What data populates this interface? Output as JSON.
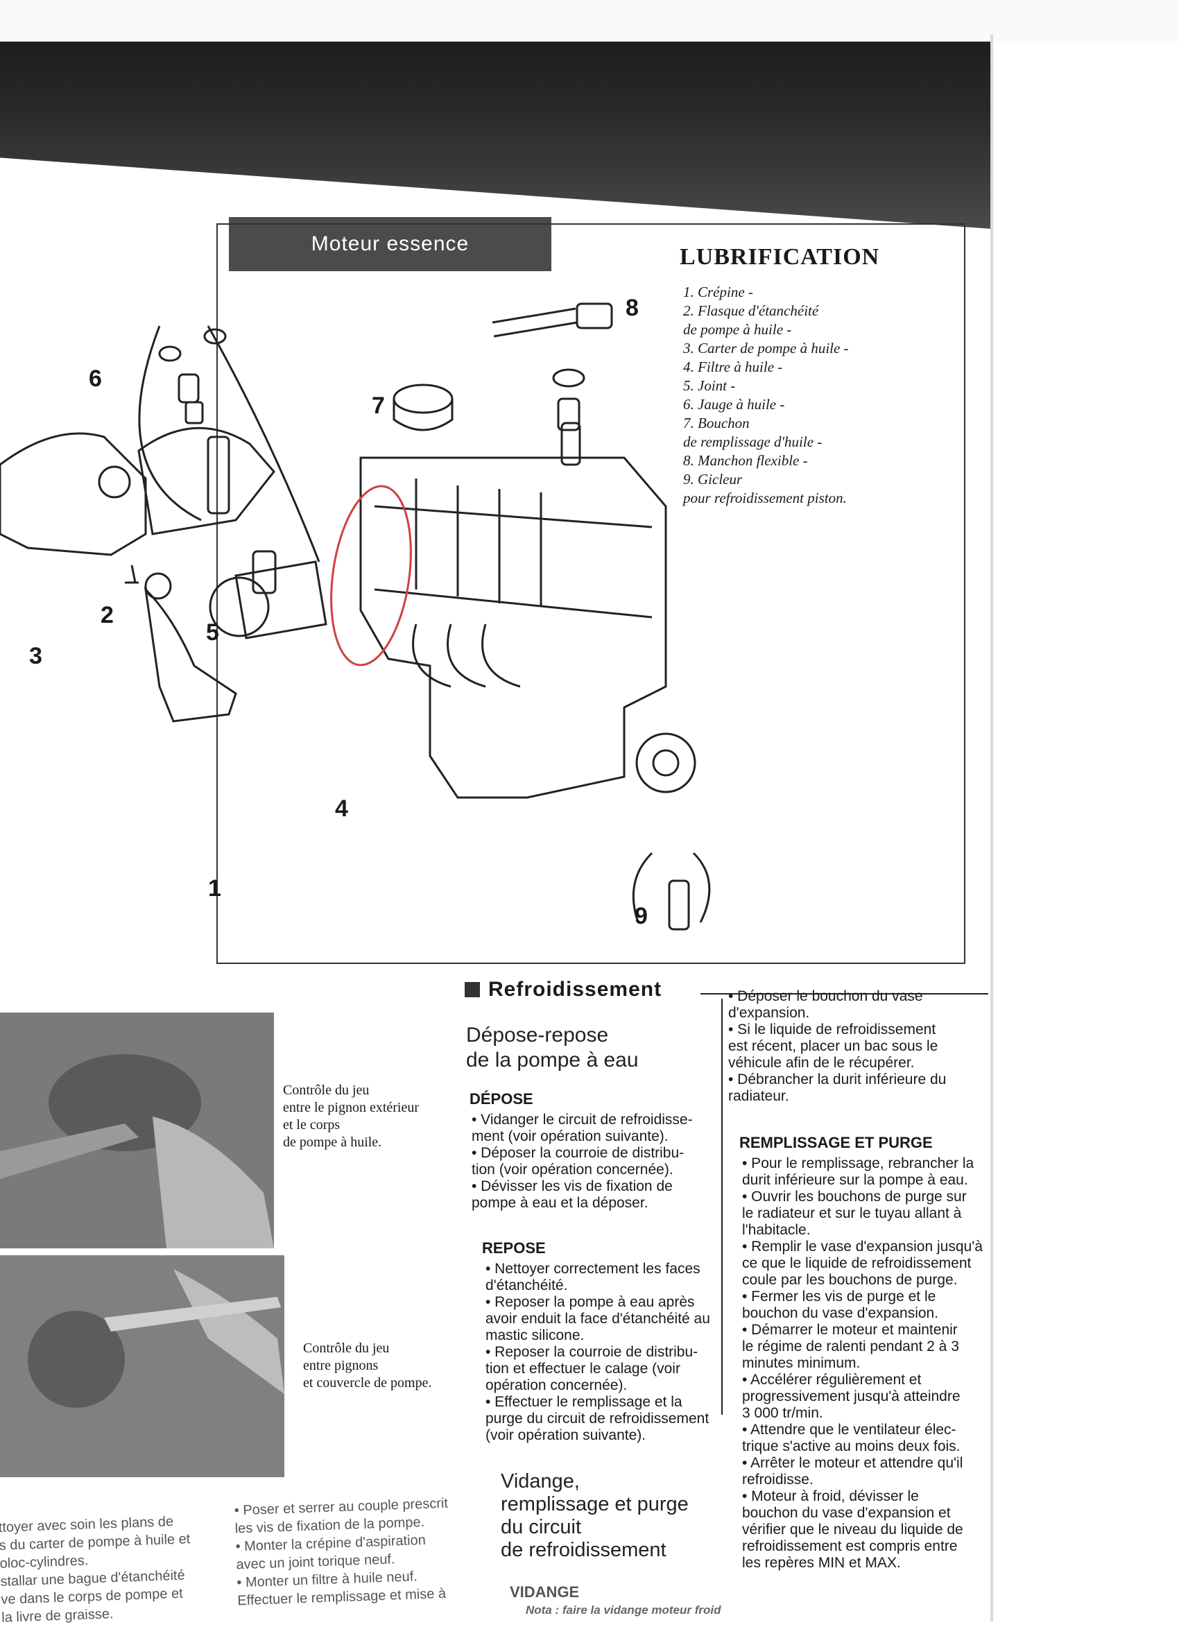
{
  "header": {
    "section": "Moteur essence"
  },
  "lubrification": {
    "title": "LUBRIFICATION",
    "items": [
      "1. Crépine -",
      "2. Flasque d'étanchéité",
      "de pompe à huile -",
      "3. Carter de pompe à huile -",
      "4. Filtre à huile -",
      "5. Joint -",
      "6. Jauge à huile -",
      "7. Bouchon",
      "de remplissage d'huile -",
      "8. Manchon flexible -",
      "9. Gicleur",
      "pour refroidissement piston."
    ],
    "callouts": [
      "1",
      "2",
      "3",
      "4",
      "5",
      "6",
      "7",
      "8",
      "9"
    ]
  },
  "photos": {
    "caption1": [
      "Contrôle du jeu",
      "entre le pignon extérieur",
      "et le corps",
      "de pompe à huile."
    ],
    "caption2": [
      "Contrôle du jeu",
      "entre pignons",
      "et couvercle de pompe."
    ]
  },
  "refroidissement": {
    "heading": "Refroidissement",
    "pompe_title": [
      "Dépose-repose",
      "de la pompe à eau"
    ],
    "depose_heading": "DÉPOSE",
    "depose_items": [
      "• Vidanger le circuit de refroidisse-",
      "ment (voir opération suivante).",
      "• Déposer la courroie de distribu-",
      "tion (voir opération concernée).",
      "• Dévisser les vis de fixation de",
      "pompe à eau et la déposer."
    ],
    "repose_heading": "REPOSE",
    "repose_items": [
      "• Nettoyer correctement les faces",
      "d'étanchéité.",
      "• Reposer la pompe à eau après",
      "avoir enduit la face d'étanchéité au",
      "mastic silicone.",
      "• Reposer la courroie de distribu-",
      "tion et effectuer le calage (voir",
      "opération concernée).",
      "• Effectuer le remplissage et la",
      "purge du circuit de refroidissement",
      "(voir opération suivante)."
    ],
    "vidange_title": [
      "Vidange,",
      "remplissage et purge",
      "du circuit",
      "de refroidissement"
    ],
    "vidange_heading": "VIDANGE",
    "vidange_note": "Nota : faire la vidange moteur froid",
    "right_col_top": [
      "• Déposer le bouchon du vase",
      "d'expansion.",
      "• Si le liquide de refroidissement",
      "est récent, placer un bac sous le",
      "véhicule afin de le récupérer.",
      "• Débrancher la durit inférieure du",
      "radiateur."
    ],
    "remplissage_heading": "REMPLISSAGE ET PURGE",
    "remplissage_items": [
      "• Pour le remplissage, rebrancher la",
      "durit inférieure sur la pompe à eau.",
      "• Ouvrir les bouchons de purge sur",
      "le radiateur et sur le tuyau allant à",
      "l'habitacle.",
      "• Remplir le vase d'expansion jusqu'à",
      "ce que le liquide de refroidissement",
      "coule par les bouchons de purge.",
      "• Fermer les vis de purge et le",
      "bouchon du vase d'expansion.",
      "• Démarrer le moteur et maintenir",
      "le régime de ralenti pendant 2 à 3",
      "minutes minimum.",
      "• Accélérer régulièrement et",
      "progressivement jusqu'à atteindre",
      "3 000 tr/min.",
      "• Attendre que le ventilateur élec-",
      "trique s'active au moins deux fois.",
      "• Arrêter le moteur et attendre qu'il",
      "refroidisse.",
      "• Moteur à froid, dévisser le",
      "bouchon du vase d'expansion et",
      "vérifier que le niveau du liquide de",
      "refroidissement est compris entre",
      "les repères MIN et MAX."
    ]
  },
  "bottom_left": [
    "ttoyer avec soin les plans de",
    "s du carter de pompe à huile et",
    "oloc-cylindres.",
    "stallar une bague d'étanchéité",
    "ve dans le corps de pompe et",
    "la livre de graisse."
  ],
  "bottom_mid": [
    "• Poser et serrer au couple prescrit",
    "les vis de fixation de la pompe.",
    "• Monter la crépine d'aspiration",
    "avec un joint torique neuf.",
    "• Monter un filtre à huile neuf.",
    "Effectuer le remplissage et mise à"
  ]
}
